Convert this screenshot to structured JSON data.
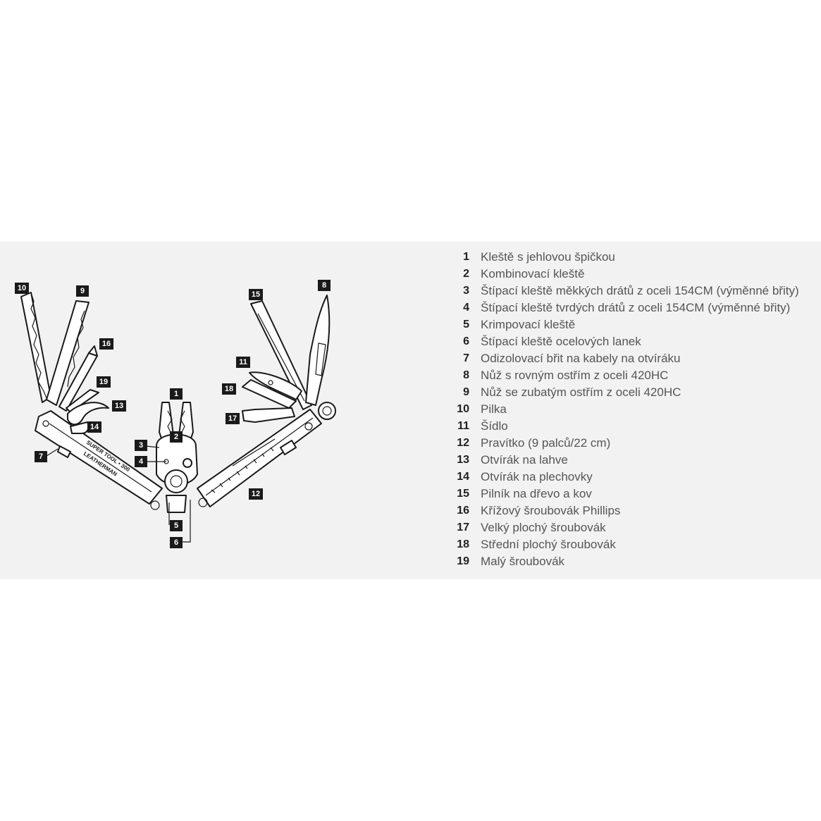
{
  "diagram": {
    "brand_text": "LEATHERMAN",
    "model_text": "SUPER TOOL",
    "model_suffix": "300",
    "callouts": [
      "1",
      "2",
      "3",
      "4",
      "5",
      "6",
      "7",
      "8",
      "9",
      "10",
      "11",
      "12",
      "13",
      "14",
      "15",
      "16",
      "17",
      "18",
      "19"
    ]
  },
  "legend": [
    {
      "num": "1",
      "text": "Kleště s jehlovou špičkou"
    },
    {
      "num": "2",
      "text": "Kombinovací kleště"
    },
    {
      "num": "3",
      "text": "Štípací kleště měkkých drátů z oceli 154CM (výměnné břity)"
    },
    {
      "num": "4",
      "text": "Štípací kleště tvrdých drátů z oceli 154CM (výměnné břity)"
    },
    {
      "num": "5",
      "text": "Krimpovací kleště"
    },
    {
      "num": "6",
      "text": "Štípací kleště ocelových lanek"
    },
    {
      "num": "7",
      "text": "Odizolovací břit na kabely na otvíráku"
    },
    {
      "num": "8",
      "text": "Nůž s rovným ostřím z oceli 420HC"
    },
    {
      "num": "9",
      "text": "Nůž se zubatým ostřím z oceli 420HC"
    },
    {
      "num": "10",
      "text": "Pilka"
    },
    {
      "num": "11",
      "text": "Šídlo"
    },
    {
      "num": "12",
      "text": "Pravítko (9 palců/22 cm)"
    },
    {
      "num": "13",
      "text": "Otvírák na lahve"
    },
    {
      "num": "14",
      "text": "Otvírák na plechovky"
    },
    {
      "num": "15",
      "text": "Pilník na dřevo a kov"
    },
    {
      "num": "16",
      "text": "Křížový šroubovák Phillips"
    },
    {
      "num": "17",
      "text": "Velký plochý šroubovák"
    },
    {
      "num": "18",
      "text": "Střední plochý šroubovák"
    },
    {
      "num": "19",
      "text": "Malý šroubovák"
    }
  ]
}
